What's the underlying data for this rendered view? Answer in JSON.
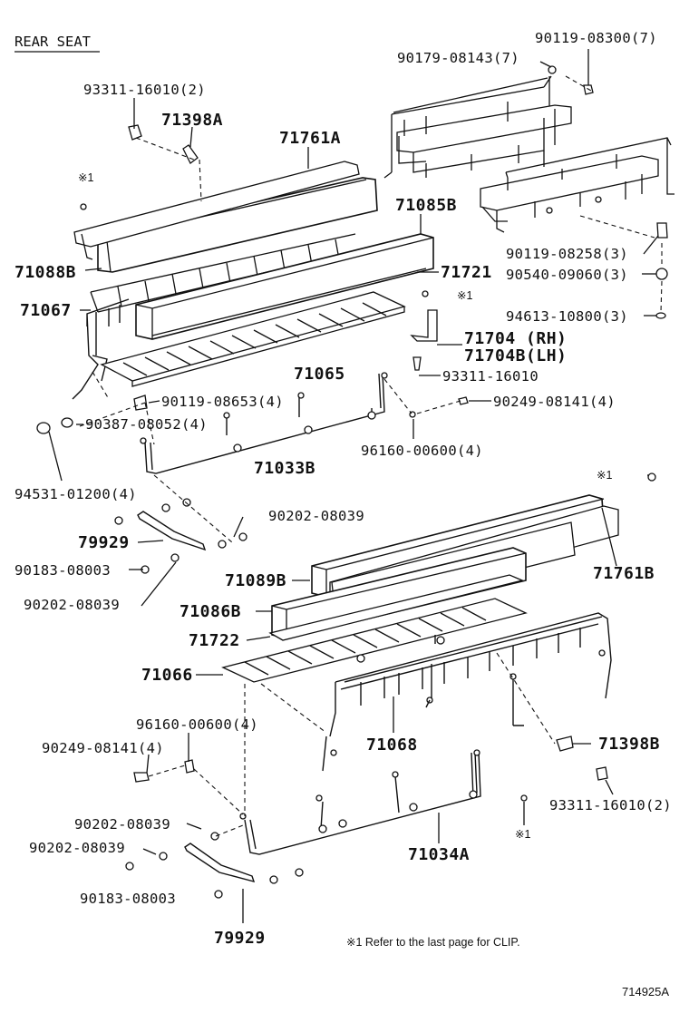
{
  "title": "REAR SEAT",
  "footnote": "※1  Refer to the last page for CLIP.",
  "diagram_code": "714925A",
  "clip_mark": "※1",
  "labels": {
    "l_93311_2a": "93311-16010(2)",
    "l_71398A": "71398A",
    "l_71761A": "71761A",
    "l_90179": "90179-08143(7)",
    "l_90119_300": "90119-08300(7)",
    "l_71085B": "71085B",
    "l_71088B": "71088B",
    "l_71721": "71721",
    "l_71067": "71067",
    "l_90119_258": "90119-08258(3)",
    "l_90540": "90540-09060(3)",
    "l_94613": "94613-10800(3)",
    "l_71704rh": "71704 (RH)",
    "l_71704lh": "71704B(LH)",
    "l_71065": "71065",
    "l_93311_1": "93311-16010",
    "l_90119_653": "90119-08653(4)",
    "l_90249_a": "90249-08141(4)",
    "l_90387": "90387-08052(4)",
    "l_96160_a": "96160-00600(4)",
    "l_71033B": "71033B",
    "l_94531": "94531-01200(4)",
    "l_90202_a": "90202-08039",
    "l_79929_a": "79929",
    "l_90183_a": "90183-08003",
    "l_90202_b": "90202-08039",
    "l_71761B": "71761B",
    "l_71089B": "71089B",
    "l_71086B": "71086B",
    "l_71722": "71722",
    "l_71066": "71066",
    "l_96160_b": "96160-00600(4)",
    "l_90249_b": "90249-08141(4)",
    "l_71068": "71068",
    "l_71398B": "71398B",
    "l_93311_2b": "93311-16010(2)",
    "l_90202_c": "90202-08039",
    "l_90202_d": "90202-08039",
    "l_71034A": "71034A",
    "l_90183_b": "90183-08003",
    "l_79929_b": "79929"
  }
}
